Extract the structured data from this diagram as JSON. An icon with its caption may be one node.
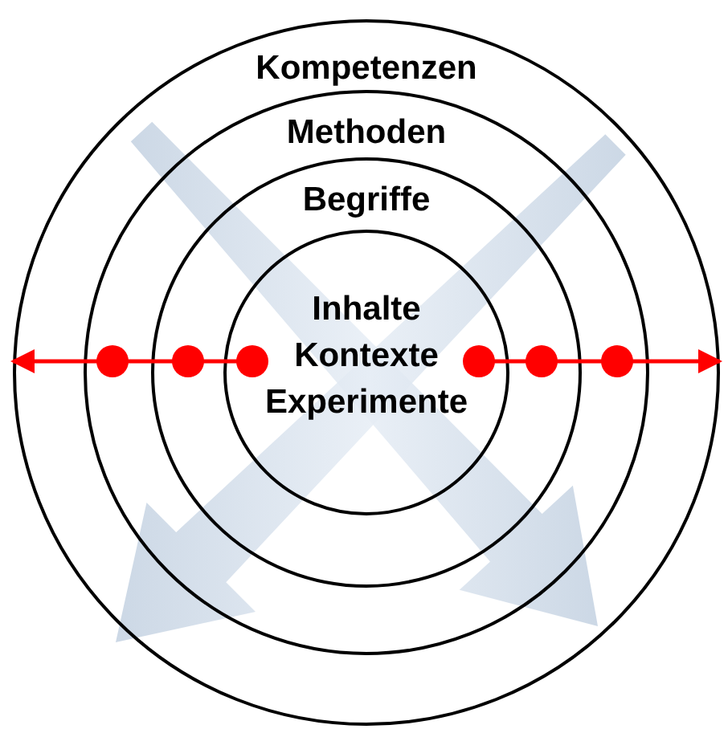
{
  "diagram": {
    "nodes": [
      {
        "text": [
          "Kompetenzen"
        ]
      },
      {
        "text": [
          "Methoden"
        ],
        "in": 0
      },
      {
        "text": [
          "Begriffe"
        ],
        "in": 1
      },
      {
        "text": [
          "Inhalte",
          "Kontexte",
          "Experimente"
        ],
        "in": 2
      }
    ],
    "edges": [
      {
        "from": 3,
        "to": 0,
        "arrow": "to"
      },
      {
        "from": 3,
        "to": 0,
        "arrow": "to"
      }
    ]
  }
}
